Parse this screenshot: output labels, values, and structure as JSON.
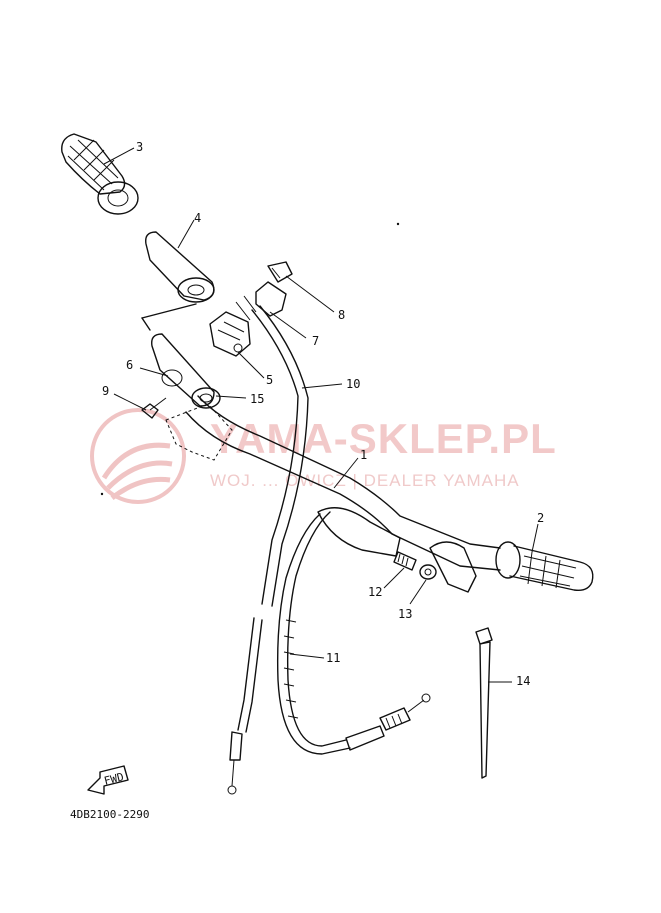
{
  "watermark": {
    "title": "YAMA-SKLEP.PL",
    "subtitle": "WOJ. ... OWICZ | DEALER YAMAHA",
    "color": "#e8a0a0"
  },
  "diagram_code": "4DB2100-2290",
  "fwd_label": "FWD",
  "callouts": {
    "p1": "1",
    "p2": "2",
    "p3": "3",
    "p4": "4",
    "p5": "5",
    "p6": "6",
    "p7": "7",
    "p8": "8",
    "p9": "9",
    "p10": "10",
    "p11": "11",
    "p12": "12",
    "p13": "13",
    "p14": "14",
    "p15": "15"
  }
}
